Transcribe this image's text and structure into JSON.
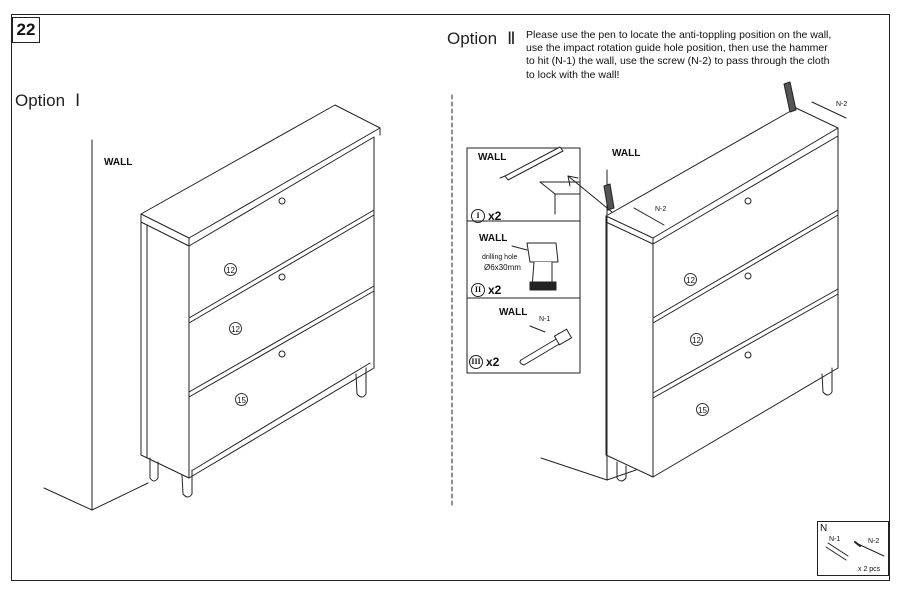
{
  "step_number": "22",
  "option1": {
    "label": "Option",
    "roman": "Ⅰ",
    "wall": "WALL"
  },
  "option2": {
    "label": "Option",
    "roman": "Ⅱ",
    "wall": "WALL",
    "instructions": "Please use the pen to locate the anti-toppling position on the wall,\n use the impact rotation guide hole position, then use the hammer\n to hit (N-1) the wall, use the screw (N-2) to pass through the cloth\nto lock with the wall!",
    "screw_label": "N-2",
    "screw_label_2": "N-2"
  },
  "drawer_labels_left": [
    "12",
    "12",
    "15"
  ],
  "drawer_labels_right": [
    "12",
    "12",
    "15"
  ],
  "detail_panels": [
    {
      "roman": "I",
      "count": "x2",
      "wall": "WALL"
    },
    {
      "roman": "II",
      "count": "x2",
      "wall": "WALL",
      "note_1": "drilling hole",
      "note_2": "Ø6x30mm"
    },
    {
      "roman": "III",
      "count": "x2",
      "wall": "WALL",
      "part": "N-1"
    }
  ],
  "hardware": {
    "title": "N",
    "n1": "N-1",
    "n2": "N-2",
    "qty": "x 2 pcs"
  }
}
